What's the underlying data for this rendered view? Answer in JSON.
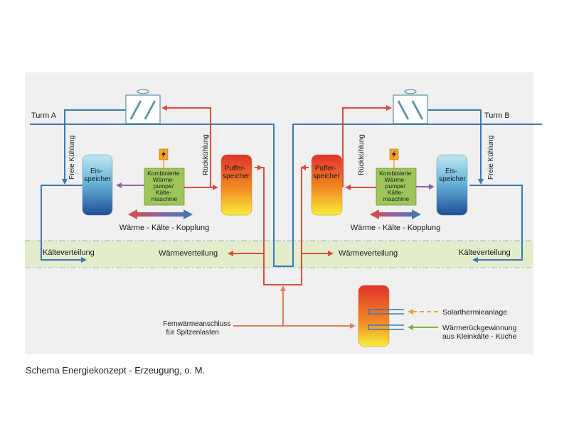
{
  "caption": "Schema Energiekonzept - Erzeugung, o. M.",
  "colors": {
    "panel": "#f0f0f0",
    "distribution_band": "#e3edcc",
    "cold_pipe": "#3a78b4",
    "heat_pipe": "#e2483a",
    "heat_pipe_light": "#e27b66",
    "solar_line": "#f59a3a",
    "recovery_line": "#7cb342",
    "heat_pump_box": "#9dc55a",
    "power_box": "#f5a623",
    "coupling_line": "#8e62a8"
  },
  "labels": {
    "tower_a": "Turm A",
    "tower_b": "Turm B",
    "free_cooling": "Freie Kühlung",
    "recooling": "Rückkühlung",
    "ice_storage": [
      "Eis-",
      "speicher"
    ],
    "buffer_storage": [
      "Puffer-",
      "speicher"
    ],
    "heat_pump": [
      "Kombinierte",
      "Wärme-",
      "pumpe/",
      "Kälte-",
      "maschine"
    ],
    "coupling": "Wärme - Kälte - Kopplung",
    "cold_distribution": "Kälteverteilung",
    "heat_distribution": "Wärmeverteilung",
    "district_heating": [
      "Fernwärmeanschluss",
      "für Spitzenlasten"
    ],
    "solar_thermal": "Solarthermieanlage",
    "heat_recovery": [
      "Wärmerückgewinnung",
      "aus Kleinkälte - Küche"
    ]
  },
  "icons": {
    "power": "lightning-bolt-icon",
    "cooling_tower": "cooling-tower-icon"
  }
}
